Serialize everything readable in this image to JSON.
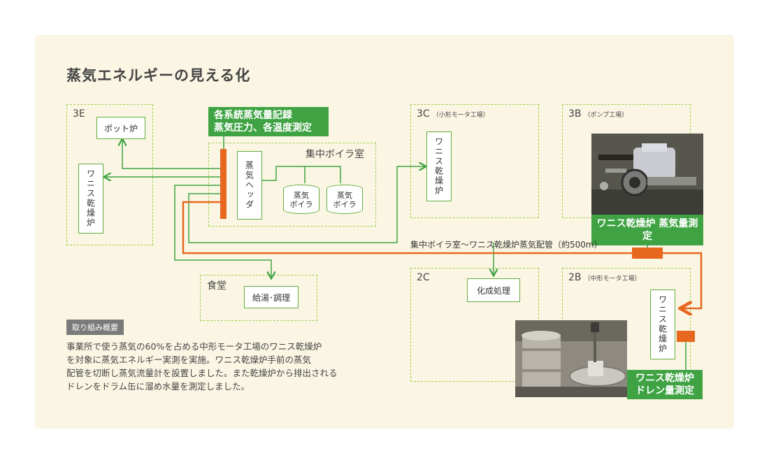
{
  "title": "蒸気エネルギーの見える化",
  "zones": {
    "z3e": "3E",
    "z3c": "3C",
    "z3c_sub": "（小形モータ工場）",
    "z3b": "3B",
    "z3b_sub": "（ポンプ工場）",
    "z2c": "2C",
    "z2b": "2B",
    "z2b_sub": "（中形モータ工場）",
    "cafeteria": "食堂",
    "boiler_room": "集中ボイラ室"
  },
  "boxes": {
    "pot_furnace": "ポット炉",
    "dryer_3e": "ワニス乾燥炉",
    "steam_header": "蒸気ヘッダ",
    "boiler_1": "蒸気\nボイラ",
    "boiler_2": "蒸気\nボイラ",
    "dryer_3c": "ワニス乾燥炉",
    "hot_water": "給湯･調理",
    "chemical": "化成処理",
    "dryer_2b": "ワニス乾燥炉"
  },
  "callouts": {
    "record_line1": "各系統蒸気量記録",
    "record_line2": "蒸気圧力、各温度測定",
    "steam_measure": "ワニス乾燥炉 蒸気量測定",
    "drain_line1": "ワニス乾燥炉",
    "drain_line2": "ドレン量測定"
  },
  "pipe_label": "集中ボイラ室〜ワニス乾燥炉蒸気配管（約500m）",
  "summary_tag": "取り組み概要",
  "summary_lines": [
    "事業所で使う蒸気の60%を占める中形モータ工場のワニス乾燥炉",
    "を対象に蒸気エネルギー実測を実施。ワニス乾燥炉手前の蒸気",
    "配管を切断し蒸気流量計を設置しました。また乾燥炉から排出される",
    "ドレンをドラム缶に溜め水量を測定しました。"
  ],
  "colors": {
    "green_line": "#3fa343",
    "orange_line": "#e8671f",
    "dashed_zone": "#9fcf4f",
    "panel_bg": "#fbf6e4"
  }
}
